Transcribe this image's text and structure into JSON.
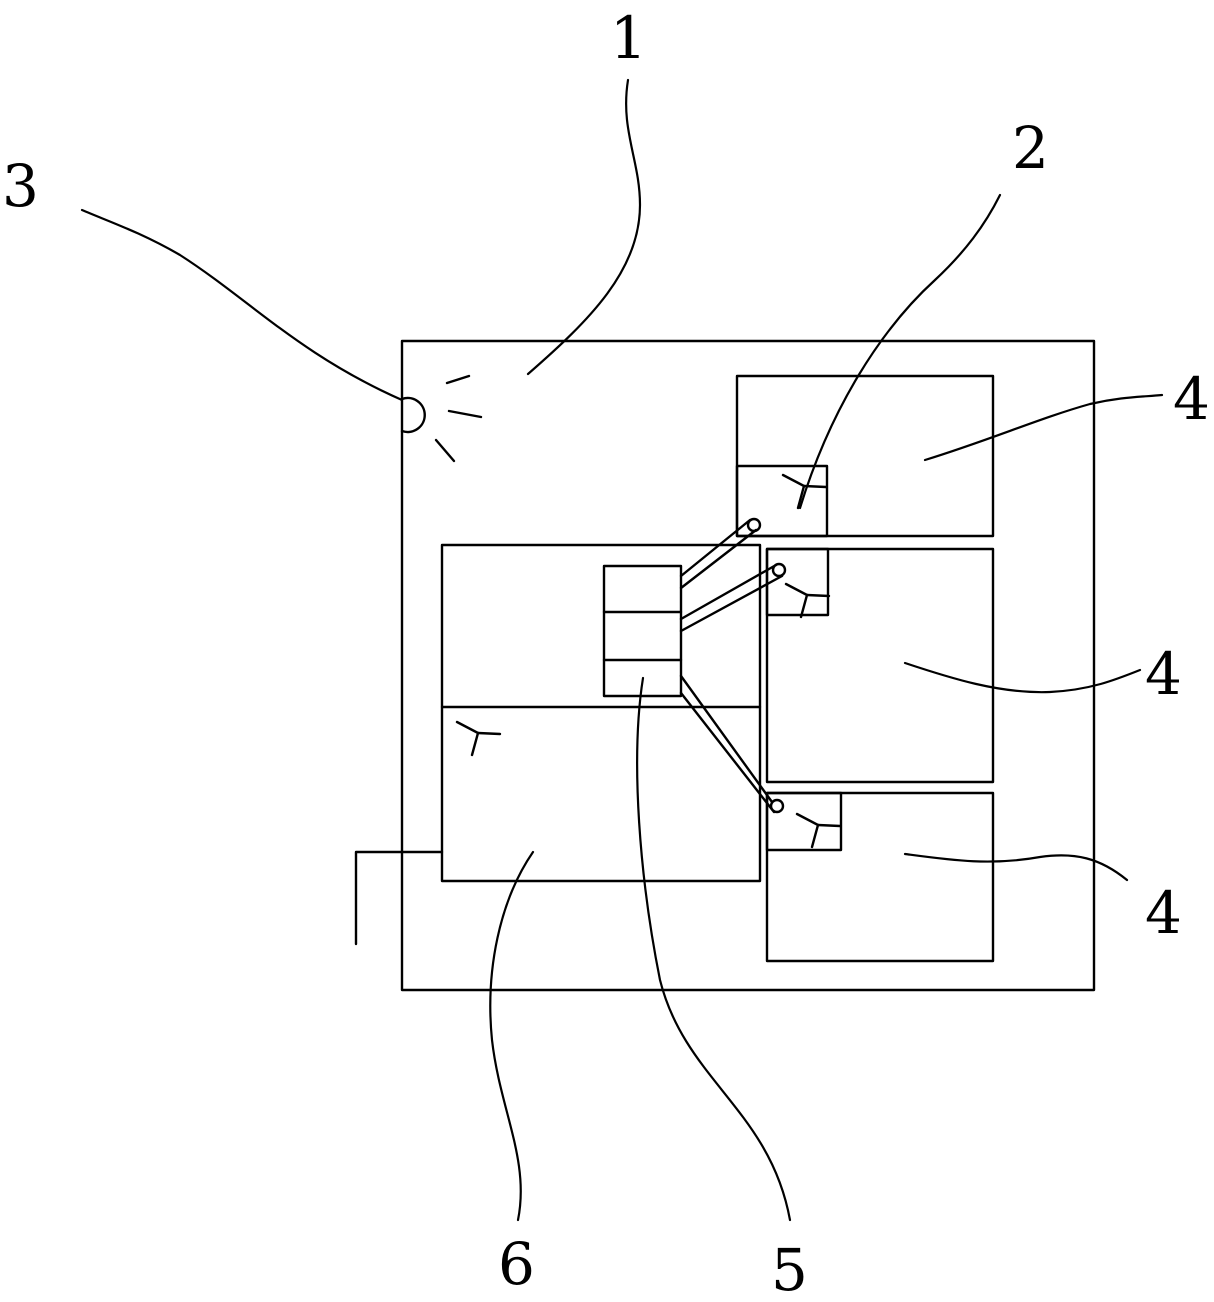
{
  "diagram": {
    "stroke_color": "#000000",
    "background_color": "#ffffff",
    "callouts": {
      "label_1": "1",
      "label_2": "2",
      "label_3": "3",
      "label_4a": "4",
      "label_4b": "4",
      "label_4c": "4",
      "label_5": "5",
      "label_6": "6"
    },
    "icons": {
      "lamp": "light-bulb-icon",
      "fan": "fan-icon"
    }
  }
}
